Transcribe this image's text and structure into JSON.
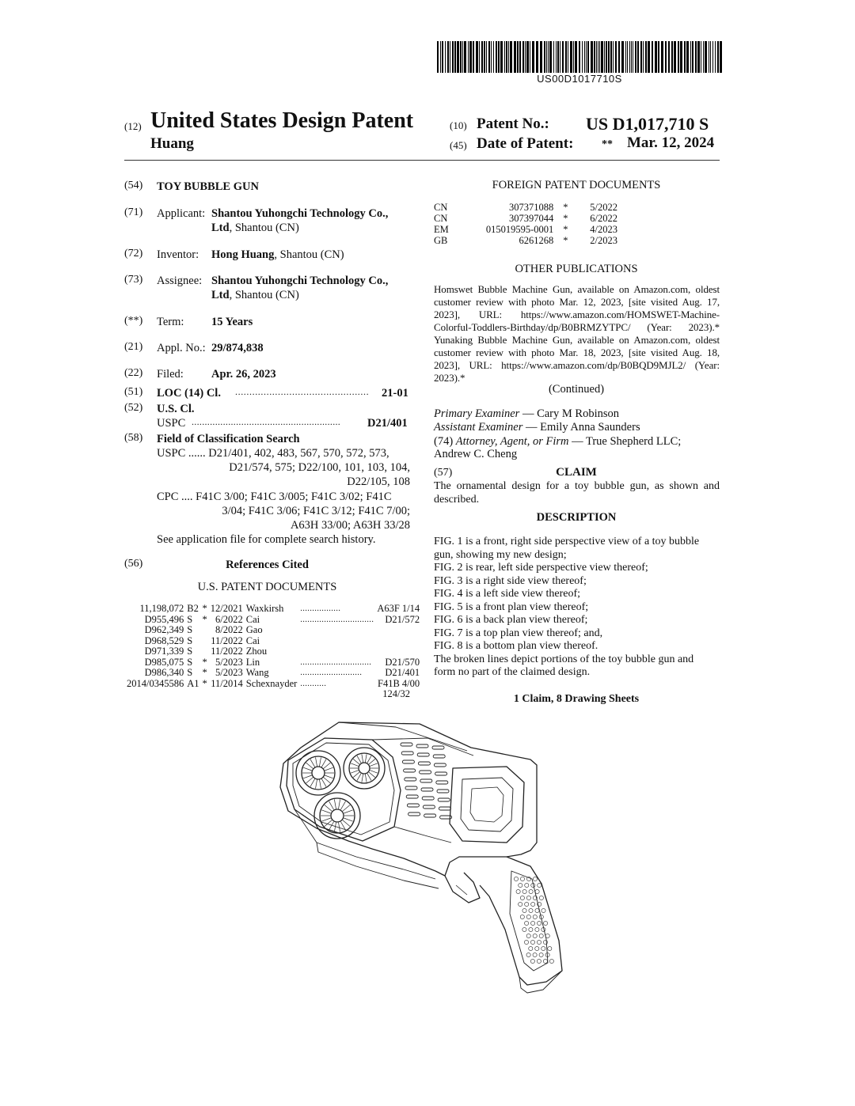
{
  "barcode_text": "US00D1017710S",
  "header": {
    "kind_num": "(12)",
    "kind": "United States Design Patent",
    "inventor_last": "Huang",
    "patent_no_num": "(10)",
    "patent_no_label": "Patent No.:",
    "patent_no": "US D1,017,710 S",
    "date_num": "(45)",
    "date_label": "Date of Patent:",
    "date_mark": "**",
    "date": "Mar. 12, 2024"
  },
  "left": {
    "title_num": "(54)",
    "title": "TOY BUBBLE GUN",
    "applicant_num": "(71)",
    "applicant_label": "Applicant:",
    "applicant_name": "Shantou Yuhongchi Technology Co.,",
    "applicant_name2": "Ltd",
    "applicant_loc": ", Shantou (CN)",
    "inventor_num": "(72)",
    "inventor_label": "Inventor:",
    "inventor_name": "Hong Huang",
    "inventor_loc": ", Shantou (CN)",
    "assignee_num": "(73)",
    "assignee_label": "Assignee:",
    "assignee_name": "Shantou Yuhongchi Technology Co.,",
    "assignee_name2": "Ltd",
    "assignee_loc": ", Shantou (CN)",
    "term_num": "(**)",
    "term_label": "Term:",
    "term_value": "15 Years",
    "appl_num": "(21)",
    "appl_label": "Appl. No.:",
    "appl_value": "29/874,838",
    "filed_num": "(22)",
    "filed_label": "Filed:",
    "filed_value": "Apr. 26, 2023",
    "loc_num": "(51)",
    "loc_label": "LOC (14) Cl.",
    "loc_dots": "...............................................",
    "loc_value": "21-01",
    "uscl_num": "(52)",
    "uscl_label": "U.S. Cl.",
    "uspc_label": "USPC",
    "uspc_dots": ".........................................................",
    "uspc_value": "D21/401",
    "field_num": "(58)",
    "field_label": "Field of Classification Search",
    "field_uspc_1": "USPC ...... D21/401, 402, 483, 567, 570, 572, 573,",
    "field_uspc_2": "D21/574, 575; D22/100, 101, 103, 104,",
    "field_uspc_3": "D22/105, 108",
    "field_cpc_1": "CPC .... F41C 3/00; F41C 3/005; F41C 3/02; F41C",
    "field_cpc_2": "3/04; F41C 3/06; F41C 3/12; F41C 7/00;",
    "field_cpc_3": "A63H 33/00; A63H 33/28",
    "field_note": "See application file for complete search history.",
    "refs_num": "(56)",
    "refs_label": "References Cited",
    "us_docs_label": "U.S. PATENT DOCUMENTS",
    "us_docs": [
      {
        "no": "11,198,072",
        "kind": "B2",
        "star": "*",
        "date": "12/2021",
        "name": "Waxkirsh",
        "dots": ".................",
        "cls": "A63F 1/14"
      },
      {
        "no": "D955,496",
        "kind": "S",
        "star": "*",
        "date": "6/2022",
        "name": "Cai",
        "dots": "...............................",
        "cls": "D21/572"
      },
      {
        "no": "D962,349",
        "kind": "S",
        "star": "",
        "date": "8/2022",
        "name": "Gao",
        "dots": "",
        "cls": ""
      },
      {
        "no": "D968,529",
        "kind": "S",
        "star": "",
        "date": "11/2022",
        "name": "Cai",
        "dots": "",
        "cls": ""
      },
      {
        "no": "D971,339",
        "kind": "S",
        "star": "",
        "date": "11/2022",
        "name": "Zhou",
        "dots": "",
        "cls": ""
      },
      {
        "no": "D985,075",
        "kind": "S",
        "star": "*",
        "date": "5/2023",
        "name": "Lin",
        "dots": "..............................",
        "cls": "D21/570"
      },
      {
        "no": "D986,340",
        "kind": "S",
        "star": "*",
        "date": "5/2023",
        "name": "Wang",
        "dots": "..........................",
        "cls": "D21/401"
      },
      {
        "no": "2014/0345586",
        "kind": "A1",
        "star": "*",
        "date": "11/2014",
        "name": "Schexnayder",
        "dots": "...........",
        "cls": "F41B 4/00"
      }
    ],
    "us_docs_cont": "124/32"
  },
  "right": {
    "foreign_label": "FOREIGN PATENT DOCUMENTS",
    "foreign_docs": [
      {
        "cc": "CN",
        "no": "307371088",
        "star": "*",
        "date": "5/2022"
      },
      {
        "cc": "CN",
        "no": "307397044",
        "star": "*",
        "date": "6/2022"
      },
      {
        "cc": "EM",
        "no": "015019595-0001",
        "star": "*",
        "date": "4/2023"
      },
      {
        "cc": "GB",
        "no": "6261268",
        "star": "*",
        "date": "2/2023"
      }
    ],
    "other_pubs_label": "OTHER PUBLICATIONS",
    "other_pubs": "Homswet Bubble Machine Gun, available on Amazon.com, oldest customer review with photo Mar. 12, 2023, [site visited Aug. 17, 2023], URL: https://www.amazon.com/HOMSWET-Machine-Colorful-Toddlers-Birthday/dp/B0BRMZYTPC/ (Year: 2023).* Yunaking Bubble Machine Gun, available on Amazon.com, oldest customer review with photo Mar. 18, 2023, [site visited Aug. 18, 2023], URL: https://www.amazon.com/dp/B0BQD9MJL2/ (Year: 2023).*",
    "continued": "(Continued)",
    "primary_label": "Primary Examiner",
    "primary_name": "— Cary M Robinson",
    "assistant_label": "Assistant Examiner",
    "assistant_name": "— Emily Anna Saunders",
    "attorney_num": "(74)",
    "attorney_label": "Attorney, Agent, or Firm",
    "attorney_name": "— True Shepherd LLC;",
    "attorney_name2": "Andrew C. Cheng",
    "claim_num": "(57)",
    "claim_label": "CLAIM",
    "claim_text": "The ornamental design for a toy bubble gun, as shown and described.",
    "desc_label": "DESCRIPTION",
    "desc_lines": [
      "FIG. 1 is a front, right side perspective view of a toy bubble",
      "gun, showing my new design;",
      "FIG. 2 is rear, left side perspective view thereof;",
      "FIG. 3 is a right side view thereof;",
      "FIG. 4 is a left side view thereof;",
      "FIG. 5 is a front plan view thereof;",
      "FIG. 6 is a back plan view thereof;",
      "FIG. 7 is a top plan view thereof; and,",
      "FIG. 8 is a bottom plan view thereof.",
      "The broken lines depict portions of the toy bubble gun and",
      "form no part of the claimed design."
    ],
    "claims_sheets": "1 Claim, 8 Drawing Sheets"
  }
}
